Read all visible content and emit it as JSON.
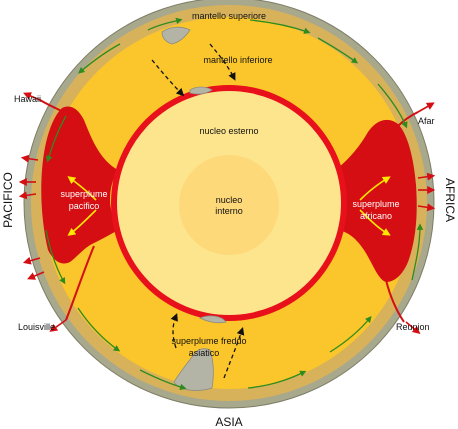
{
  "labels": {
    "upper_mantle": "mantello superiore",
    "lower_mantle": "mantello inferiore",
    "outer_core": "nucleo esterno",
    "inner_core_line1": "nucleo",
    "inner_core_line2": "interno",
    "pacific_plume_line1": "superplume",
    "pacific_plume_line2": "pacifico",
    "african_plume_line1": "superplume",
    "african_plume_line2": "africano",
    "cold_plume_line1": "superplume freddo",
    "cold_plume_line2": "asiatico",
    "hawaii": "Hawaii",
    "louisville": "Louisville",
    "afar": "Afar",
    "reunion": "Reunion",
    "pacific": "PACIFICO",
    "africa": "AFRICA",
    "asia": "ASIA"
  },
  "colors": {
    "crust": "#a8a88c",
    "upper_mantle": "#d8b25a",
    "lower_mantle": "#fbc62b",
    "outer_core_rim": "#e8101a",
    "outer_core": "#fde58e",
    "inner_core": "#fdd97a",
    "plume": "#d40e12",
    "flow_arrow": "#2e8b1f",
    "plume_arrow": "#ffe800",
    "cold_slab": "#b3b3a6"
  }
}
